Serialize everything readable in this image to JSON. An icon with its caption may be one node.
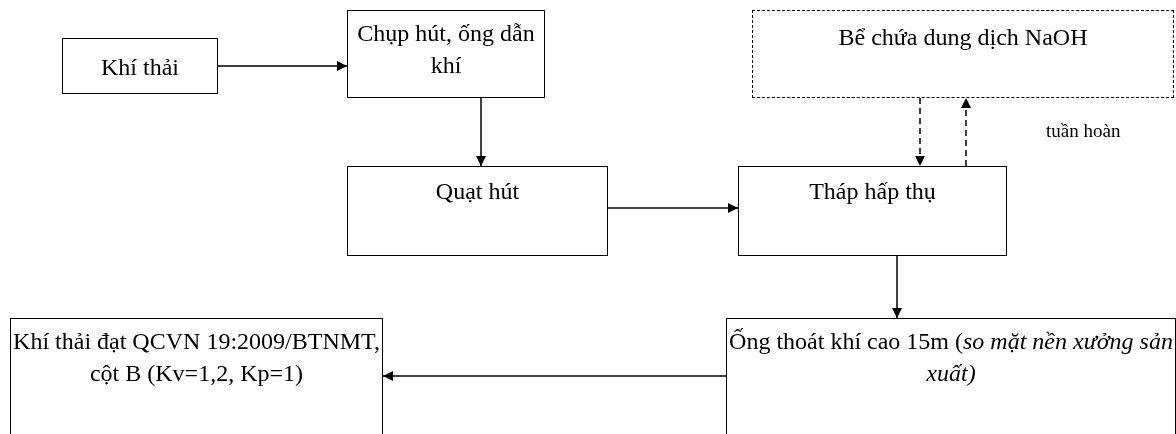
{
  "diagram": {
    "nodes": [
      {
        "text": [
          "Khí thải"
        ]
      },
      {
        "text": [
          "Chụp hút, ống dẫn khí"
        ]
      },
      {
        "text": [
          "Bể chứa dung dịch NaOH"
        ]
      },
      {
        "text": [
          "Quạt hút"
        ]
      },
      {
        "text": [
          "Tháp hấp thụ"
        ]
      },
      {
        "text": [
          "Ống thoát khí cao 15m (*so mặt nền xưởng sản xuất)*"
        ]
      },
      {
        "text": [
          "Khí thải đạt QCVN 19:2009/BTNMT, cột B (Kv=1,2, Kp=1)"
        ]
      }
    ],
    "edges": [
      {
        "from": 0,
        "to": 1,
        "arrow": "to"
      },
      {
        "from": 1,
        "to": 3,
        "arrow": "to"
      },
      {
        "from": 3,
        "to": 4,
        "arrow": "to"
      },
      {
        "from": 2,
        "to": 4,
        "arrow": "to",
        "style": "dashed"
      },
      {
        "from": 4,
        "to": 2,
        "arrow": "to",
        "style": "dashed",
        "label": "tuần hoàn"
      },
      {
        "from": 4,
        "to": 5,
        "arrow": "to"
      },
      {
        "from": 5,
        "to": 6,
        "arrow": "to"
      }
    ]
  }
}
